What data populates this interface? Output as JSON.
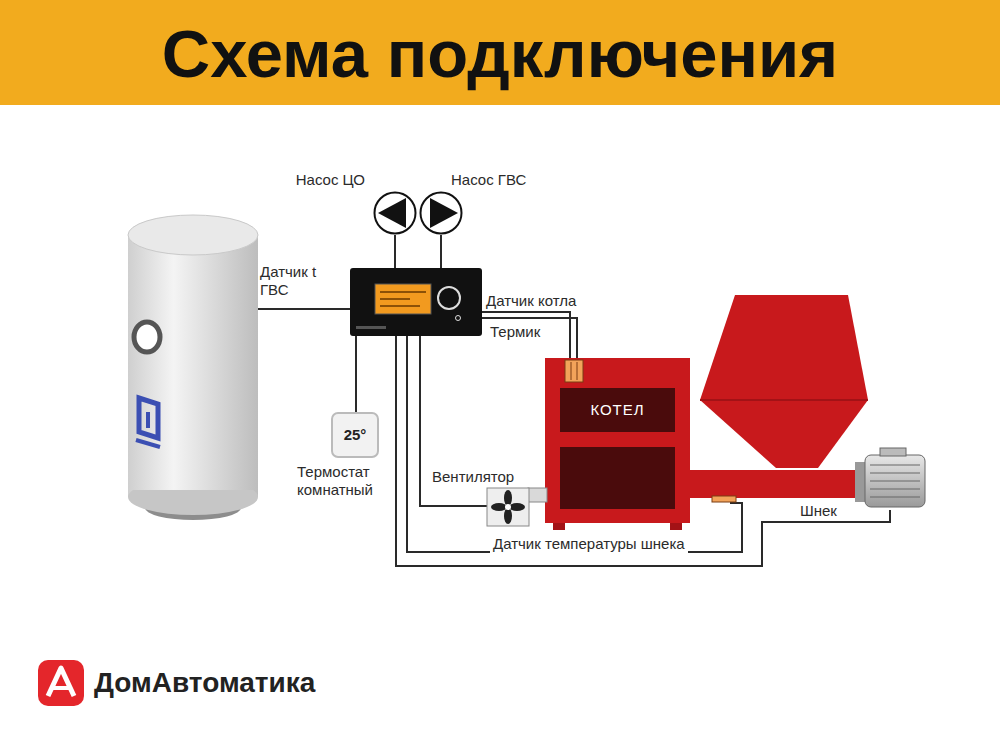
{
  "diagram": {
    "title": "Схема подключения",
    "nodes": [
      {
        "text": [
          "Насос ЦО"
        ]
      },
      {
        "text": [
          "Насос ГВС"
        ]
      },
      {
        "text": [
          "25°",
          "Термостат комнатный"
        ]
      },
      {
        "text": [
          "КОТЕЛ"
        ]
      }
    ],
    "labels": [
      "Датчик t ГВС",
      "Датчик котла",
      "Термик",
      "Вентилятор",
      "Датчик температуры шнека",
      "Шнек",
      "ДомАвтоматика"
    ]
  }
}
